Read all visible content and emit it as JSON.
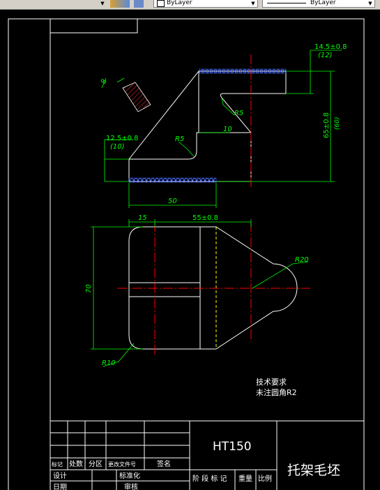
{
  "toolbar": {
    "layer_value": "ByLayer",
    "linetype_value": "ByLayer",
    "colors": {
      "toolbar_bg": "#d4d0c8"
    }
  },
  "drawing": {
    "dimensions": {
      "top_right_h": "14.5±0.8",
      "top_right_h_sub": "(12)",
      "height_65": "65±0.8",
      "height_65_sub": "(60)",
      "r5_upper": "R5",
      "r5_lower": "R5",
      "gap_10": "10",
      "left_h": "12.5±0.8",
      "left_h_sub": "(10)",
      "angle_small": "8",
      "width_50": "50",
      "width_15": "15",
      "width_55": "55±0.8",
      "r20": "R20",
      "height_70": "70",
      "r10": "R10"
    },
    "notes": {
      "title": "技术要求",
      "line1": "未注圆角R2"
    },
    "colors": {
      "outline": "#ffffff",
      "dimension": "#00ff00",
      "centerline": "#ff0000",
      "hidden": "#ffff00",
      "hatch": "#4a6cff"
    }
  },
  "title_block": {
    "material": "HT150",
    "part_name": "托架毛坯",
    "row_labels": [
      "标记",
      "处数",
      "分区",
      "更改文件号",
      "签名"
    ],
    "design": "设计",
    "standardize": "标准化",
    "date": "日期",
    "review": "审核",
    "stage_label": "阶 段 标 记",
    "weight": "重量",
    "scale": "比例"
  }
}
